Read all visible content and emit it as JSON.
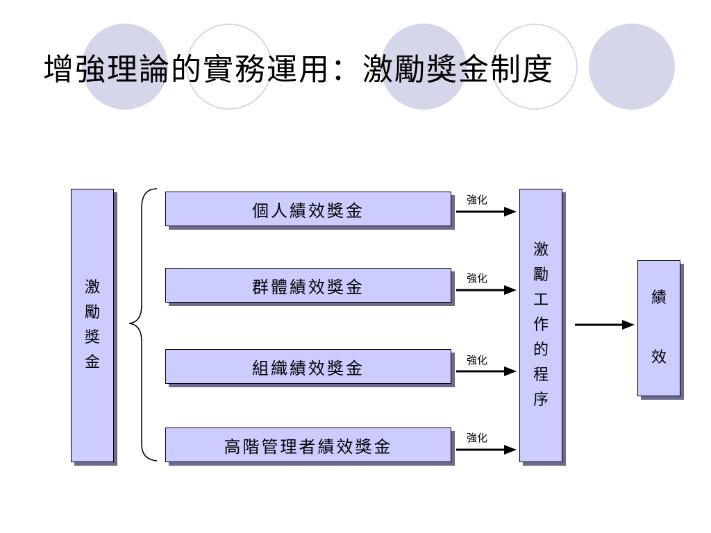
{
  "title": "增強理論的實務運用：激勵獎金制度",
  "diagram": {
    "left_box": "激勵獎金",
    "bonus_boxes": [
      "個人績效獎金",
      "群體績效獎金",
      "組織績效獎金",
      "高階管理者績效獎金"
    ],
    "arrow_label": "強化",
    "process_box": "激勵工作的程序",
    "result_box": "績效"
  },
  "colors": {
    "box_fill": "#ccccff",
    "box_shadow": "#6b6b8f",
    "decor_circle": "#d6d6eb"
  }
}
